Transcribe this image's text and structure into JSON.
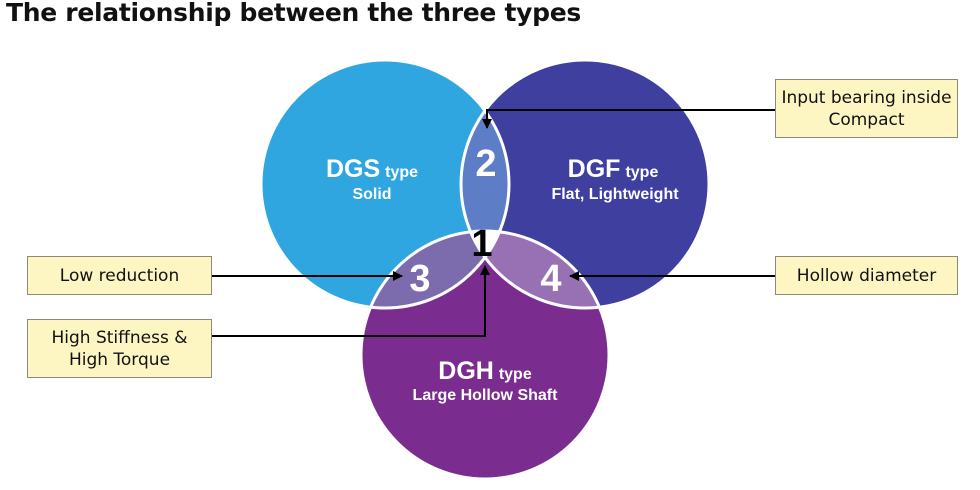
{
  "title": "The relationship between the three types",
  "colors": {
    "dgs": "#2fa6df",
    "dgf": "#3f3f9f",
    "dgh": "#7b2d8f",
    "overlap_dgs_dgf": "#5d7ec6",
    "overlap_dgs_dgh": "#7c6cad",
    "overlap_dgf_dgh": "#9771b4",
    "center": "#ffffff",
    "label_bg": "#fdf6c3"
  },
  "circles": {
    "dgs": {
      "name": "DGS",
      "type": "type",
      "desc": "Solid"
    },
    "dgf": {
      "name": "DGF",
      "type": "type",
      "desc": "Flat, Lightweight"
    },
    "dgh": {
      "name": "DGH",
      "type": "type",
      "desc": "Large Hollow Shaft"
    }
  },
  "regions": {
    "r1": "1",
    "r2": "2",
    "r3": "3",
    "r4": "4"
  },
  "labels": {
    "input_bearing": {
      "line1": "Input bearing inside",
      "line2": "Compact"
    },
    "low_reduction": "Low reduction",
    "hollow_diameter": "Hollow diameter",
    "stiffness": {
      "line1": "High Stiffness &",
      "line2": "High Torque"
    }
  }
}
